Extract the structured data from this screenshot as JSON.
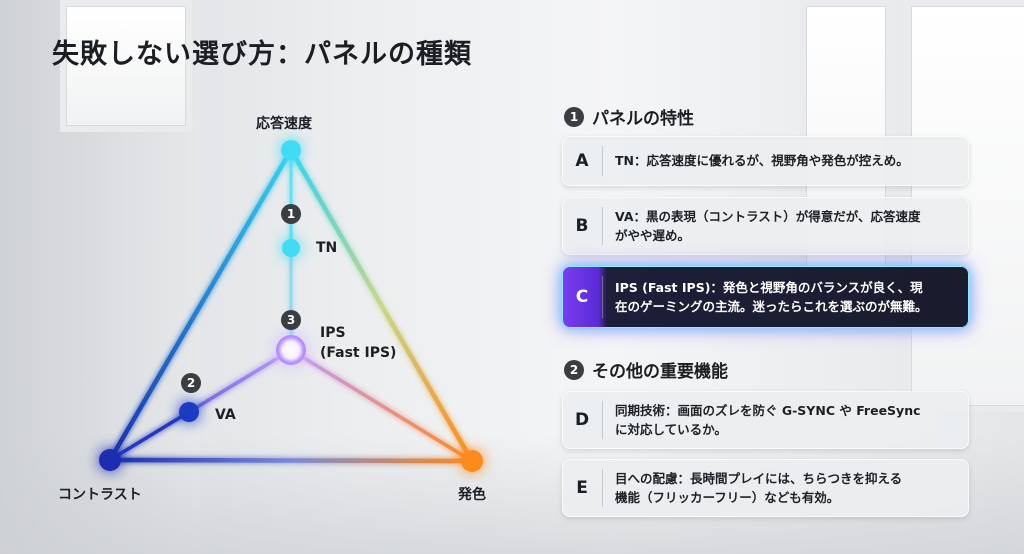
{
  "title": "失敗しない選び方：パネルの種類",
  "diagram": {
    "vertices": {
      "top": "応答速度",
      "left": "コントラスト",
      "right": "発色"
    },
    "points": [
      {
        "badge": "1",
        "label": "TN"
      },
      {
        "badge": "2",
        "label": "VA"
      },
      {
        "badge": "3",
        "label_line1": "IPS",
        "label_line2": "(Fast IPS)"
      }
    ]
  },
  "sections": [
    {
      "number": "1",
      "title": "パネルの特性",
      "cards": [
        {
          "letter": "A",
          "line1": "TN：応答速度に優れるが、視野角や発色が控えめ。",
          "line2": ""
        },
        {
          "letter": "B",
          "line1": "VA：黒の表現（コントラスト）が得意だが、応答速度",
          "line2": "がやや遅め。"
        },
        {
          "letter": "C",
          "line1": "IPS (Fast IPS)：発色と視野角のバランスが良く、現",
          "line2": "在のゲーミングの主流。迷ったらこれを選ぶのが無難。"
        }
      ]
    },
    {
      "number": "2",
      "title": "その他の重要機能",
      "cards": [
        {
          "letter": "D",
          "line1": "同期技術：画面のズレを防ぐ G-SYNC や FreeSync",
          "line2": "に対応しているか。"
        },
        {
          "letter": "E",
          "line1": "目への配慮：長時間プレイには、ちらつきを抑える",
          "line2": "機能（フリッカーフリー）なども有効。"
        }
      ]
    }
  ],
  "colors": {
    "cyan": "#34d4f0",
    "blue": "#1a2fb0",
    "orange": "#ff8a1e",
    "purple": "#9b5cff",
    "highlight_glow": "#6de0ff"
  }
}
